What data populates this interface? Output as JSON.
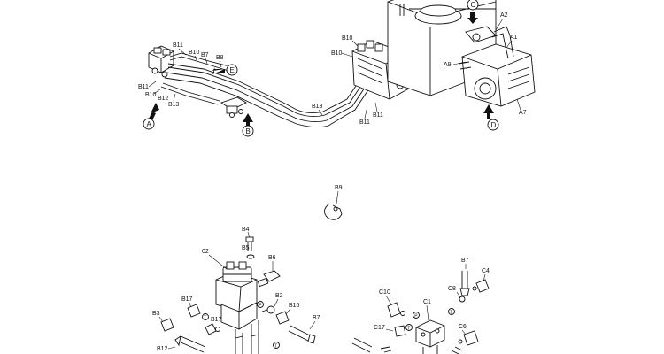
{
  "labels": {
    "b11_top": "B11",
    "b10_top": "B10",
    "b7_top": "B7",
    "b8_top": "B8",
    "b11_l": "B11",
    "b10_l": "B10",
    "b12_l": "B12",
    "b13_l": "B13",
    "b10_v1": "B10",
    "b10_v2": "B10",
    "b13_mid": "B13",
    "b11_v": "B11",
    "c_lbl": "C",
    "a2": "A2",
    "a1": "A1",
    "a9": "A9",
    "a7": "A7",
    "b9": "B9",
    "b4": "B4",
    "b5": "B5",
    "p02": "02",
    "b6": "B6",
    "b2": "B2",
    "b17": "B17",
    "b16": "B16",
    "b3": "B3",
    "b7_bot": "B7",
    "b12_bot": "B12",
    "b7_r": "B7",
    "c4": "C4",
    "c10": "C10",
    "c8": "C8",
    "c1": "C1",
    "c17": "C17",
    "c6": "C6"
  },
  "callouts": {
    "a": "A",
    "b": "B",
    "c": "C",
    "d": "D",
    "e": "E"
  },
  "small_marks": {
    "t": "T",
    "p": "P"
  }
}
